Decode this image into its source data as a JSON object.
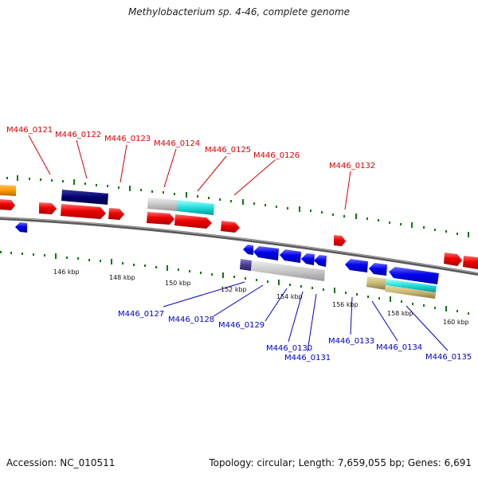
{
  "title": "Methylobacterium sp. 4-46, complete genome",
  "footer": {
    "accession": "Accession: NC_010511",
    "summary": "Topology: circular; Length: 7,659,055 bp; Genes: 6,691"
  },
  "ticks": [
    "146 kbp",
    "148 kbp",
    "150 kbp",
    "152 kbp",
    "154 kbp",
    "156 kbp",
    "158 kbp",
    "160 kbp"
  ],
  "genes_forward": [
    "M446_0121",
    "M446_0122",
    "M446_0123",
    "M446_0124",
    "M446_0125",
    "M446_0126",
    "M446_0132"
  ],
  "genes_reverse": [
    "M446_0127",
    "M446_0128",
    "M446_0129",
    "M446_0130",
    "M446_0131",
    "M446_0133",
    "M446_0134",
    "M446_0135"
  ],
  "colors": {
    "forward_label": "#dd0000",
    "reverse_label": "#0000cc",
    "cds_forward": "#ee0000",
    "cds_reverse": "#0000ee",
    "tick": "#117711",
    "backbone": "#777777"
  }
}
